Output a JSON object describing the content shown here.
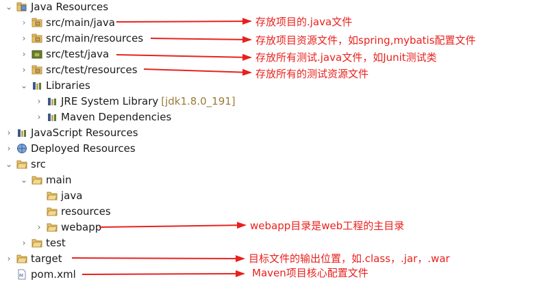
{
  "tree": {
    "java_resources": {
      "label": "Java Resources",
      "expanded": true
    },
    "src_main_java": {
      "label": "src/main/java"
    },
    "src_main_resources": {
      "label": "src/main/resources"
    },
    "src_test_java": {
      "label": "src/test/java"
    },
    "src_test_resources": {
      "label": "src/test/resources"
    },
    "libraries": {
      "label": "Libraries",
      "expanded": true
    },
    "jre": {
      "label": "JRE System Library",
      "decoration": "[jdk1.8.0_191]"
    },
    "maven_deps": {
      "label": "Maven Dependencies"
    },
    "js_resources": {
      "label": "JavaScript Resources"
    },
    "deployed": {
      "label": "Deployed Resources"
    },
    "src": {
      "label": "src",
      "expanded": true
    },
    "main": {
      "label": "main",
      "expanded": true
    },
    "java": {
      "label": "java"
    },
    "resources": {
      "label": "resources"
    },
    "webapp": {
      "label": "webapp"
    },
    "test": {
      "label": "test"
    },
    "target": {
      "label": "target"
    },
    "pom": {
      "label": "pom.xml"
    }
  },
  "annotations": {
    "src_main_java": "存放项目的.java文件",
    "src_main_resources": "存放项目资源文件，如spring,mybatis配置文件",
    "src_test_java": "存放所有测试.java文件，如Junit测试类",
    "src_test_resources": "存放所有的测试资源文件",
    "webapp": "webapp目录是web工程的主目录",
    "target": "目标文件的输出位置，如.class，.jar，.war",
    "pom": "Maven项目核心配置文件"
  },
  "colors": {
    "annotation": "#e8211d",
    "folder": "#e8c26a",
    "package": "#c7a35a"
  }
}
